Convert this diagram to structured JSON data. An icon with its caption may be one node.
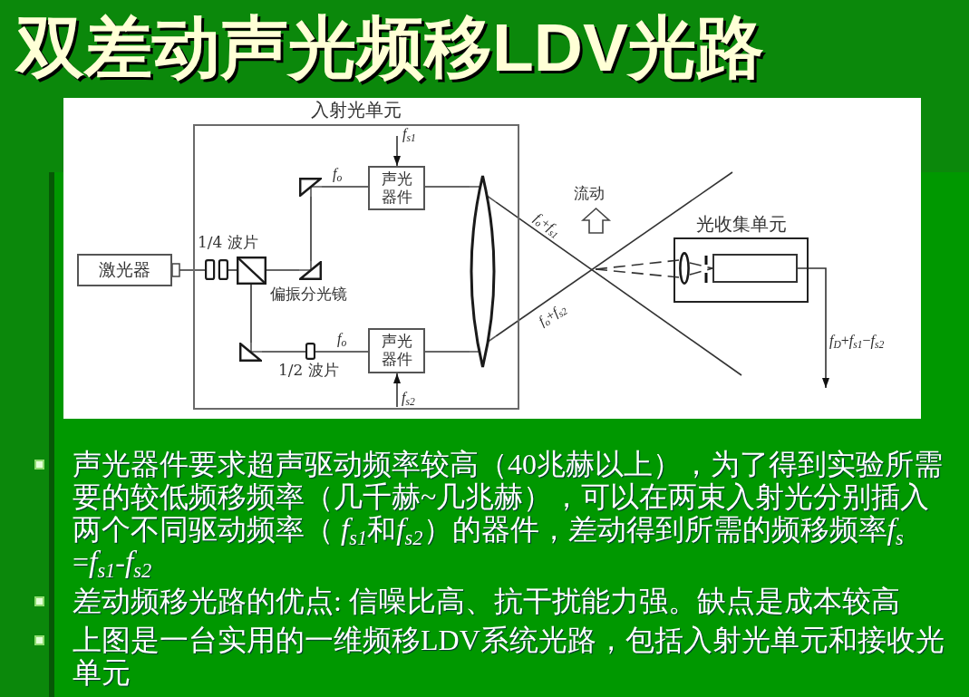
{
  "diagram": {
    "title": "双差动声光频移LDV光路",
    "nodes": [
      {
        "text": [
          "入射光单元"
        ]
      },
      {
        "text": [
          "激光器"
        ]
      },
      {
        "text": [],
        "shape": "bar",
        "beside": [
          "1/4 波片"
        ],
        "in": 0
      },
      {
        "text": [],
        "shape": "box",
        "beside": [
          "偏振分光镜"
        ],
        "in": 0
      },
      {
        "text": [],
        "shape": "triangle",
        "in": 0
      },
      {
        "text": [],
        "shape": "triangle",
        "in": 0
      },
      {
        "text": [
          "声光器件"
        ],
        "in": 0
      },
      {
        "text": [],
        "shape": "triangle",
        "in": 0
      },
      {
        "text": [],
        "shape": "bar",
        "beside": [
          "1/2 波片"
        ],
        "in": 0
      },
      {
        "text": [
          "声光器件"
        ],
        "in": 0
      },
      {
        "text": [],
        "shape": "lens",
        "in": 0
      },
      {
        "text": [
          "光收集单元"
        ]
      },
      {
        "text": [],
        "shape": "lens",
        "in": 11
      },
      {
        "text": [],
        "shape": "box",
        "in": 11
      }
    ],
    "edges": [
      {
        "from": 1,
        "to": 2,
        "arrow": "none"
      },
      {
        "from": 2,
        "to": 3,
        "arrow": "none"
      },
      {
        "from": 3,
        "to": 4,
        "arrow": "none"
      },
      {
        "from": 4,
        "to": 5,
        "arrow": "none"
      },
      {
        "from": 5,
        "to": 6,
        "arrow": "none",
        "label": "f$_{o}$"
      },
      {
        "from": 6,
        "to": 10,
        "arrow": "none"
      },
      {
        "from": 3,
        "to": 7,
        "arrow": "none"
      },
      {
        "from": 7,
        "to": 8,
        "arrow": "none"
      },
      {
        "from": 8,
        "to": 9,
        "arrow": "none",
        "label": "f$_{o}$"
      },
      {
        "from": 9,
        "to": 10,
        "arrow": "none"
      },
      {
        "from": 10,
        "to": null,
        "arrow": "none",
        "label": "f$_{o}$+f$_{s1}$"
      },
      {
        "from": 10,
        "to": null,
        "arrow": "none",
        "label": "f$_{o}$+f$_{s2}$"
      },
      {
        "from": null,
        "to": 6,
        "arrow": "to",
        "label": "f$_{s1}$"
      },
      {
        "from": null,
        "to": 9,
        "arrow": "to",
        "label": "f$_{s2}$"
      },
      {
        "from": null,
        "to": 12,
        "arrow": "none",
        "style": "dashed"
      },
      {
        "from": null,
        "to": 12,
        "arrow": "none",
        "style": "dashed"
      },
      {
        "from": 12,
        "to": 13,
        "arrow": "none",
        "style": "dashed"
      },
      {
        "from": 12,
        "to": 13,
        "arrow": "none",
        "style": "dashed"
      },
      {
        "from": 13,
        "to": null,
        "arrow": "to",
        "label": "f$_{D}$+f$_{s1}$−f$_{s2}$"
      }
    ],
    "labels": [
      "流动",
      "声光器件要求超声驱动频率较高（40兆赫以上），为了得到实验所需要的较低频移频率（几千赫~几兆赫），可以在两束入射光分别插入两个不同驱动频率（ f$_{s1}$和f$_{s2}$）的器件，差动得到所需的频移频率f$_{s}$ =f$_{s1}$-f$_{s2}$",
      "差动频移光路的优点: 信噪比高、抗干扰能力强。缺点是成本较高",
      "上图是一台实用的一维频移LDV系统光路，包括入射光单元和接收光单元"
    ]
  }
}
